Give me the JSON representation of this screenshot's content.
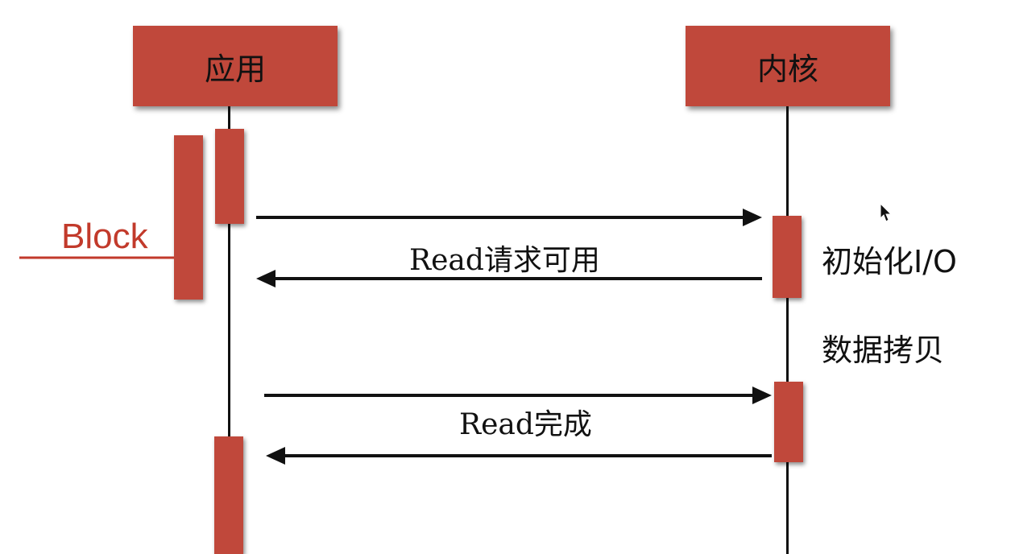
{
  "participants": {
    "app": "应用",
    "kernel": "内核"
  },
  "messages": {
    "read_available": "Read请求可用",
    "read_done": "Read完成"
  },
  "notes": {
    "init_io": "初始化I/O",
    "data_copy": "数据拷贝"
  },
  "block": {
    "label": "Block"
  },
  "colors": {
    "box": "#c0483b",
    "block_text": "#c23a2b",
    "line": "#111111"
  }
}
